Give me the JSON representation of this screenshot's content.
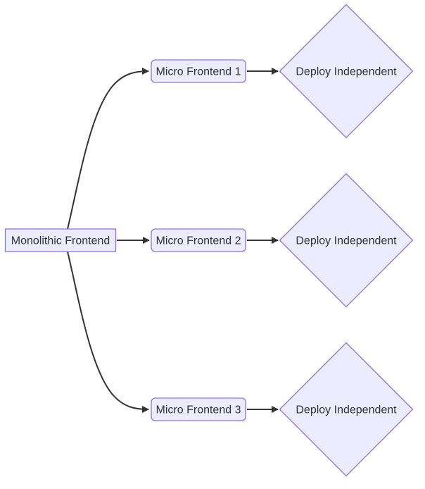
{
  "diagram": {
    "type": "flowchart-LR",
    "colors": {
      "node_fill": "#ECECFF",
      "node_border": "#9370DB",
      "edge": "#333333",
      "text": "#333333",
      "background": "#FFFFFF"
    },
    "nodes": {
      "monolith": {
        "label": "Monolithic Frontend",
        "shape": "rect"
      },
      "mf1": {
        "label": "Micro Frontend 1",
        "shape": "rounded-rect"
      },
      "mf2": {
        "label": "Micro Frontend 2",
        "shape": "rounded-rect"
      },
      "mf3": {
        "label": "Micro Frontend 3",
        "shape": "rounded-rect"
      },
      "d1": {
        "label": "Deploy Independent",
        "shape": "diamond"
      },
      "d2": {
        "label": "Deploy Independent",
        "shape": "diamond"
      },
      "d3": {
        "label": "Deploy Independent",
        "shape": "diamond"
      }
    },
    "edges": [
      {
        "from": "monolith",
        "to": "mf1",
        "style": "curved-arrow"
      },
      {
        "from": "monolith",
        "to": "mf2",
        "style": "straight-arrow"
      },
      {
        "from": "monolith",
        "to": "mf3",
        "style": "curved-arrow"
      },
      {
        "from": "mf1",
        "to": "d1",
        "style": "straight-arrow"
      },
      {
        "from": "mf2",
        "to": "d2",
        "style": "straight-arrow"
      },
      {
        "from": "mf3",
        "to": "d3",
        "style": "straight-arrow"
      }
    ]
  }
}
